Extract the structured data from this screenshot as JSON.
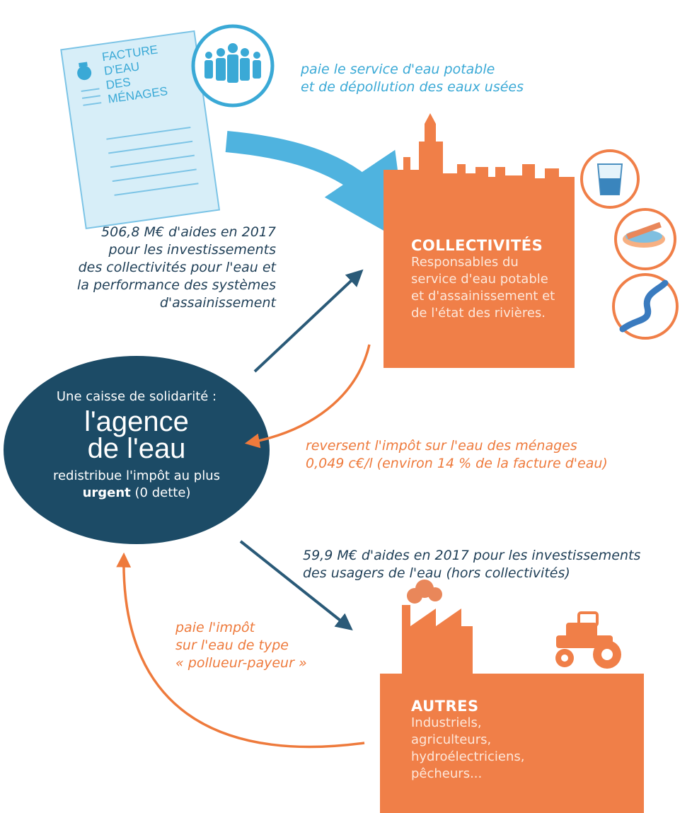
{
  "invoice": {
    "lines": [
      "FACTURE",
      "D'EAU",
      "DES",
      "MÉNAGES"
    ]
  },
  "households": {
    "label": "paie le service d'eau potable",
    "label2": "et de dépollution des eaux usées"
  },
  "collectivites": {
    "title": "COLLECTIVITÉS",
    "lines": [
      "Responsables du",
      "service d'eau potable",
      "et d'assainissement et",
      "de l'état des rivières."
    ]
  },
  "aid_collectivites": {
    "lines": [
      "506,8 M€ d'aides en 2017",
      "pour les investissements",
      "des collectivités pour l'eau et",
      "la performance des systèmes",
      "d'assainissement"
    ]
  },
  "agence": {
    "header": "Une caisse de solidarité :",
    "logo_line1": "l'agence",
    "logo_line2": "de l'eau",
    "desc_line1": "redistribue l'impôt au plus",
    "desc_bold": "urgent",
    "desc_rest": " (0 dette)"
  },
  "reversent": {
    "line1": "reversent l'impôt sur l'eau des ménages",
    "line2": "0,049 c€/l (environ 14 % de la facture d'eau)"
  },
  "aid_usagers": {
    "line1": "59,9 M€ d'aides en 2017 pour les investissements",
    "line2": "des usagers de l'eau (hors collectivités)"
  },
  "pollueur": {
    "lines": [
      "paie l'impôt",
      "sur l'eau de type",
      "« pollueur-payeur »"
    ]
  },
  "autres": {
    "title": "AUTRES",
    "lines": [
      "Industriels,",
      "agriculteurs,",
      "hydroélectriciens,",
      "pêcheurs..."
    ]
  },
  "colors": {
    "blue": "#3aa9d6",
    "orange": "#ee7a3c",
    "navy": "#1c4b66",
    "dark_arrow": "#2a5a78"
  }
}
